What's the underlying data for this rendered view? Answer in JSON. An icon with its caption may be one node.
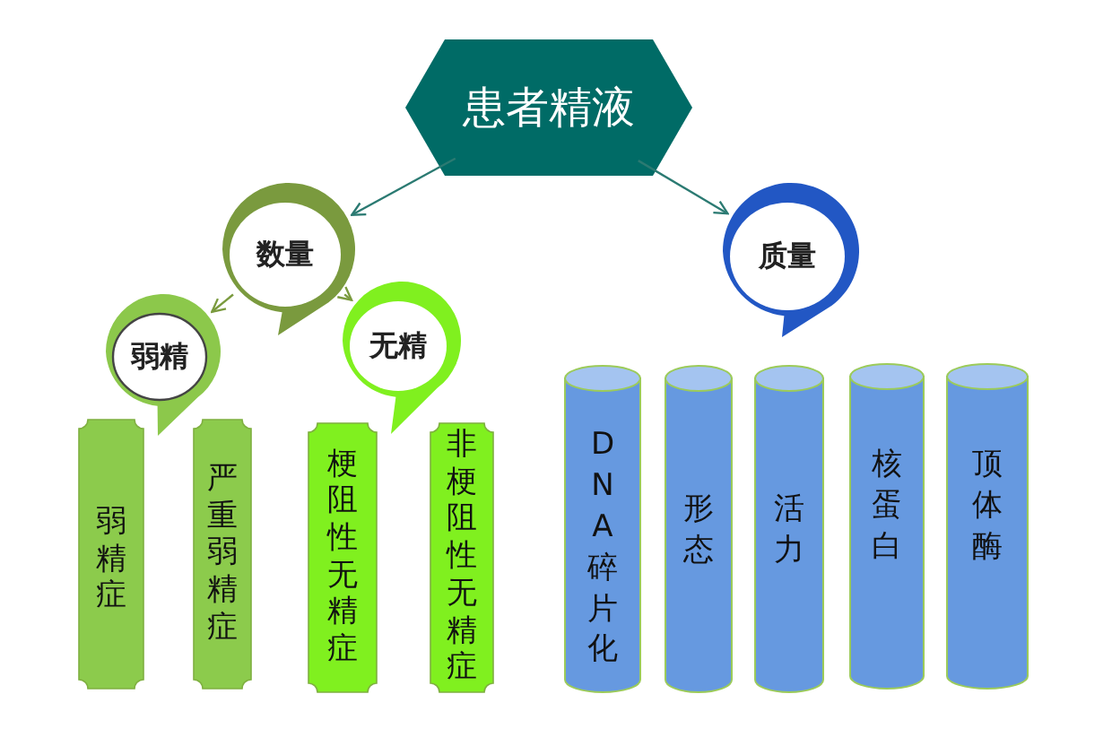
{
  "diagram": {
    "nodes": [
      {
        "text": [
          "患者精液"
        ]
      },
      {
        "text": [
          "数量"
        ]
      },
      {
        "text": [
          "质量"
        ]
      },
      {
        "text": [
          "弱精"
        ]
      },
      {
        "text": [
          "无精"
        ]
      },
      {
        "text": [
          "弱精症"
        ]
      },
      {
        "text": [
          "严重弱精症"
        ]
      },
      {
        "text": [
          "梗阻性无精症"
        ]
      },
      {
        "text": [
          "非梗阻性无精症"
        ]
      },
      {
        "text": [
          "DNA碎片化"
        ]
      },
      {
        "text": [
          "形态"
        ]
      },
      {
        "text": [
          "活力"
        ]
      },
      {
        "text": [
          "核蛋白"
        ]
      },
      {
        "text": [
          "顶体酶"
        ]
      }
    ],
    "edges": [
      {
        "from": 0,
        "to": 1,
        "arrow": "to"
      },
      {
        "from": 0,
        "to": 2,
        "arrow": "to"
      },
      {
        "from": 1,
        "to": 3,
        "arrow": "to"
      },
      {
        "from": 1,
        "to": 4,
        "arrow": "to"
      }
    ]
  }
}
